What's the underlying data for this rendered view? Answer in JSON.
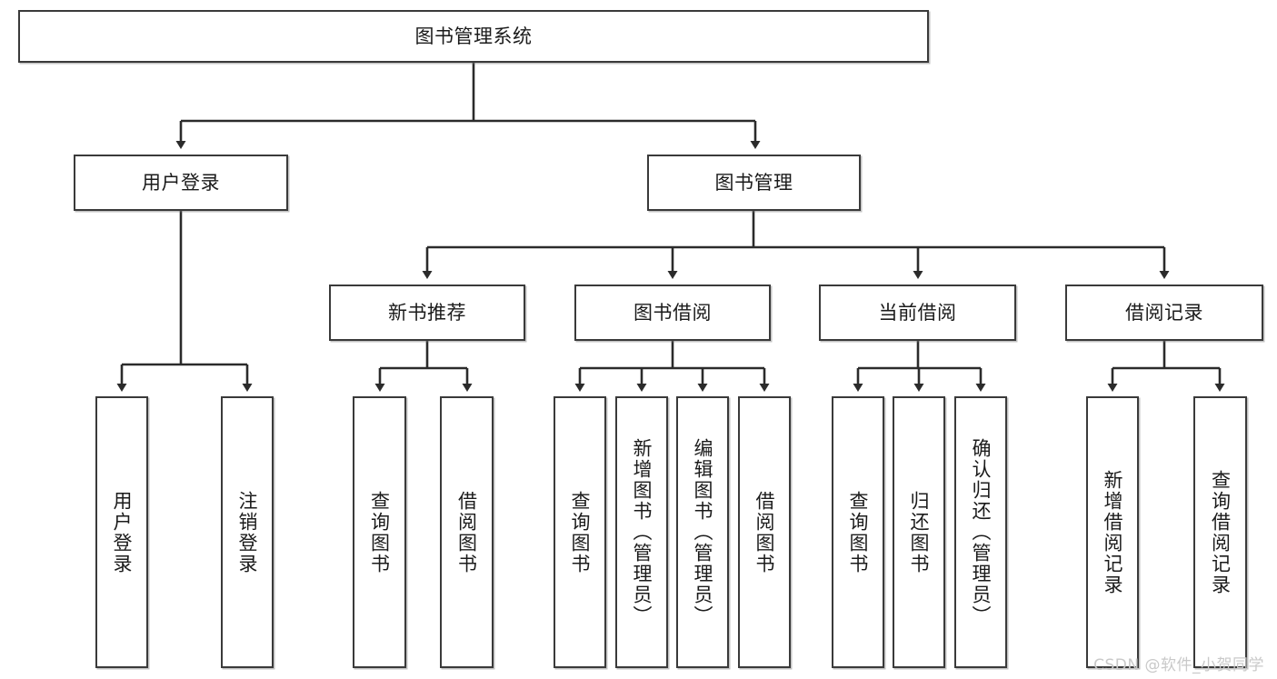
{
  "diagram": {
    "title": "图书管理系统",
    "type": "tree-hierarchy-diagram",
    "colors": {
      "node_border": "#3a3a3a",
      "node_fill": "#ffffff",
      "edge": "#2b2b2b",
      "text": "#1b1b1b",
      "watermark": "#c9c9c9",
      "background": "#ffffff"
    }
  },
  "root": {
    "label": "图书管理系统"
  },
  "level2": [
    {
      "label": "用户登录"
    },
    {
      "label": "图书管理"
    }
  ],
  "level3": [
    {
      "label": "新书推荐"
    },
    {
      "label": "图书借阅"
    },
    {
      "label": "当前借阅"
    },
    {
      "label": "借阅记录"
    }
  ],
  "leaves": {
    "user_login": [
      {
        "label": "用户登录"
      },
      {
        "label": "注销登录"
      }
    ],
    "new_book_recommend": [
      {
        "label": "查询图书"
      },
      {
        "label": "借阅图书"
      }
    ],
    "book_borrow": [
      {
        "label": "查询图书"
      },
      {
        "label": "新增图书（管理员）"
      },
      {
        "label": "编辑图书（管理员）"
      },
      {
        "label": "借阅图书"
      }
    ],
    "current_borrow": [
      {
        "label": "查询图书"
      },
      {
        "label": "归还图书"
      },
      {
        "label": "确认归还（管理员）"
      }
    ],
    "borrow_record": [
      {
        "label": "新增借阅记录"
      },
      {
        "label": "查询借阅记录"
      }
    ]
  },
  "watermark": {
    "text": "CSDN @软件_小贺同学"
  }
}
